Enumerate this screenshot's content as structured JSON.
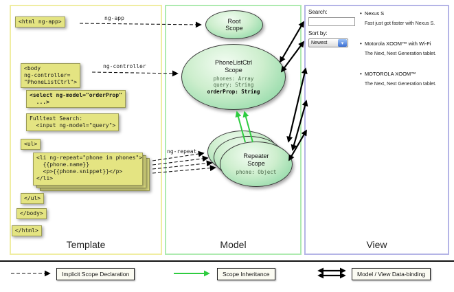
{
  "columns": {
    "template": "Template",
    "model": "Model",
    "view": "View"
  },
  "template_code": {
    "html_open": "<html ng-app>",
    "body_open": "<body\nng-controller=\n\"PhoneListCtrl\">",
    "select": "<select ng-model=\"orderProp\"\n  ...>",
    "fulltext": "Fulltext Search:\n  <input ng-model=\"query\">",
    "ul_open": "<ul>",
    "li_repeat": "<li ng-repeat=\"phone in phones\">\n  {{phone.name}}\n  <p>{{phone.snippet}}</p>\n</li>",
    "ul_close": "</ul>",
    "body_close": "</body>",
    "html_close": "</html>"
  },
  "arrow_labels": {
    "ng_app": "ng-app",
    "ng_controller": "ng-controller",
    "ng_repeat": "ng-repeat"
  },
  "scopes": {
    "root": {
      "title": "Root\nScope"
    },
    "phonelist": {
      "title": "PhoneListCtrl\nScope",
      "props": "phones: Array\nquery: String",
      "bold_prop": "orderProp: String"
    },
    "repeater": {
      "title": "Repeater\nScope",
      "prop": "phone: Object"
    }
  },
  "view": {
    "search_label": "Search:",
    "sort_label": "Sort by:",
    "sort_value": "Newest",
    "items": [
      {
        "title": "Nexus S",
        "desc": "Fast just got faster with Nexus S."
      },
      {
        "title": "Motorola XOOM™ with Wi-Fi",
        "desc": "The Next, Next Generation tablet."
      },
      {
        "title": "MOTOROLA XOOM™",
        "desc": "The Next, Next Generation tablet."
      }
    ]
  },
  "legend": {
    "implicit": "Implicit Scope Declaration",
    "inheritance": "Scope Inheritance",
    "binding": "Model / View Data-binding"
  },
  "colors": {
    "code_bg": "#e4e482",
    "green_arrow": "#2ecc40",
    "template_border": "#f0eda2",
    "model_border": "#aeeab0",
    "view_border": "#b4b4e6"
  }
}
